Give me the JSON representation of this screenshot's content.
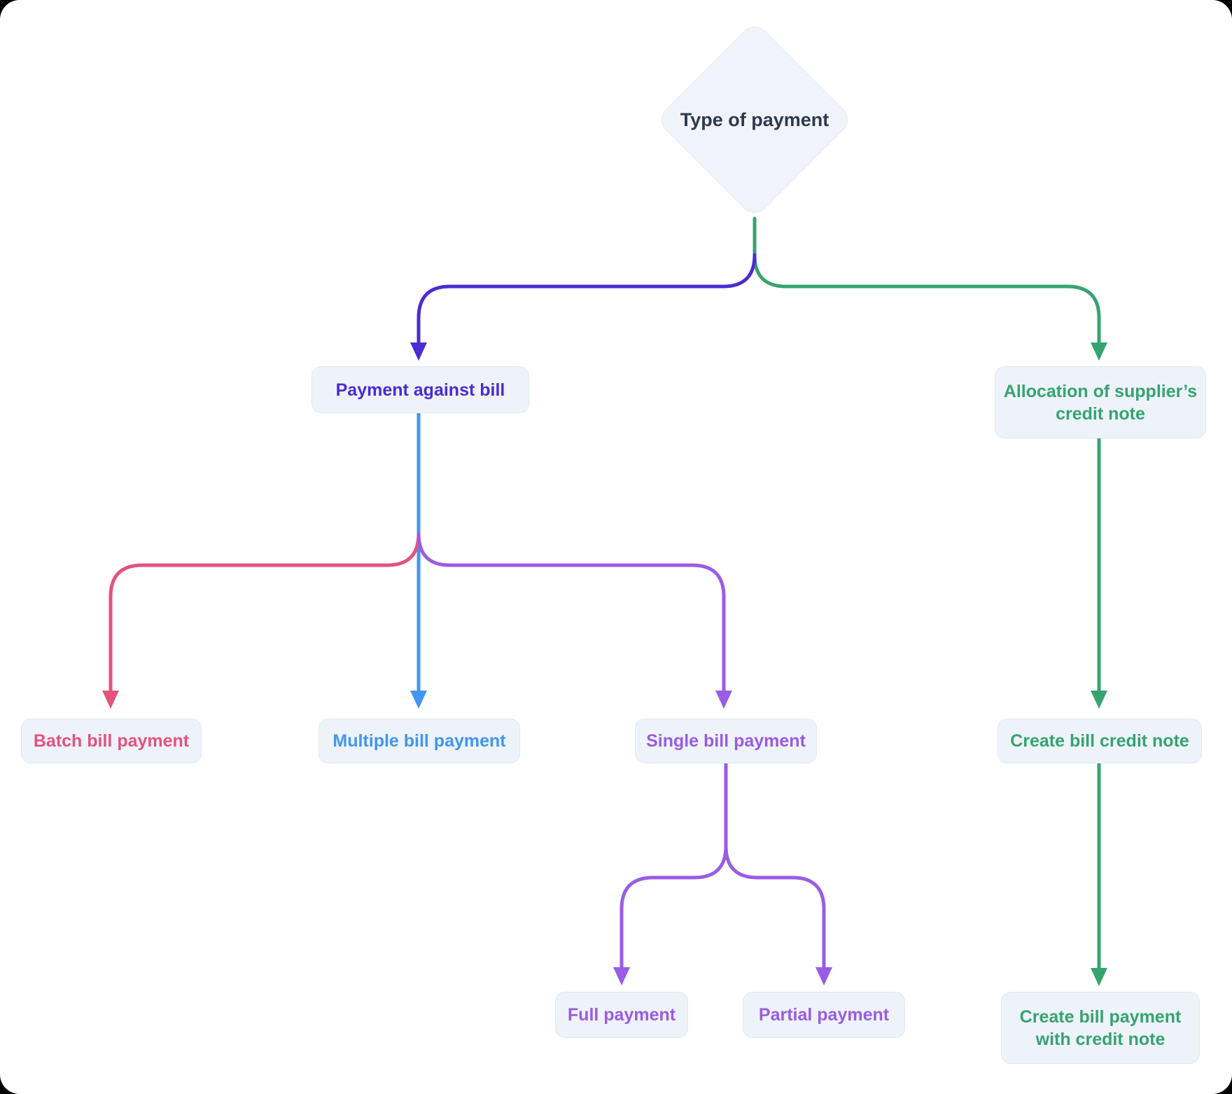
{
  "colors": {
    "violet": "#4b2bd3",
    "blue": "#4196f2",
    "pink": "#e4527e",
    "purple": "#9a5ce5",
    "green": "#35a470",
    "dark": "#2d3a4e",
    "node_bg": "#eef3fa",
    "node_border": "#dfe8f4",
    "diamond_bg": "#f0f4fa",
    "diamond_border": "#e3eaf4"
  },
  "diagram": {
    "root": {
      "label": "Type of payment"
    },
    "nodes": {
      "payment_against_bill": {
        "label": "Payment against bill"
      },
      "allocation_credit_note": {
        "label": "Allocation of supplier’s\ncredit note"
      },
      "batch_bill_payment": {
        "label": "Batch bill payment"
      },
      "multiple_bill_payment": {
        "label": "Multiple bill payment"
      },
      "single_bill_payment": {
        "label": "Single bill payment"
      },
      "create_bill_credit_note": {
        "label": "Create bill credit note"
      },
      "full_payment": {
        "label": "Full payment"
      },
      "partial_payment": {
        "label": "Partial payment"
      },
      "create_bill_payment_with_credit_note": {
        "label": "Create bill payment\nwith credit note"
      }
    },
    "edges": [
      {
        "from": "type_of_payment",
        "to": "payment_against_bill",
        "color": "violet"
      },
      {
        "from": "type_of_payment",
        "to": "allocation_credit_note",
        "color": "green"
      },
      {
        "from": "payment_against_bill",
        "to": "batch_bill_payment",
        "color": "pink"
      },
      {
        "from": "payment_against_bill",
        "to": "multiple_bill_payment",
        "color": "blue"
      },
      {
        "from": "payment_against_bill",
        "to": "single_bill_payment",
        "color": "purple"
      },
      {
        "from": "single_bill_payment",
        "to": "full_payment",
        "color": "purple"
      },
      {
        "from": "single_bill_payment",
        "to": "partial_payment",
        "color": "purple"
      },
      {
        "from": "allocation_credit_note",
        "to": "create_bill_credit_note",
        "color": "green"
      },
      {
        "from": "create_bill_credit_note",
        "to": "create_bill_payment_with_credit_note",
        "color": "green"
      }
    ]
  }
}
